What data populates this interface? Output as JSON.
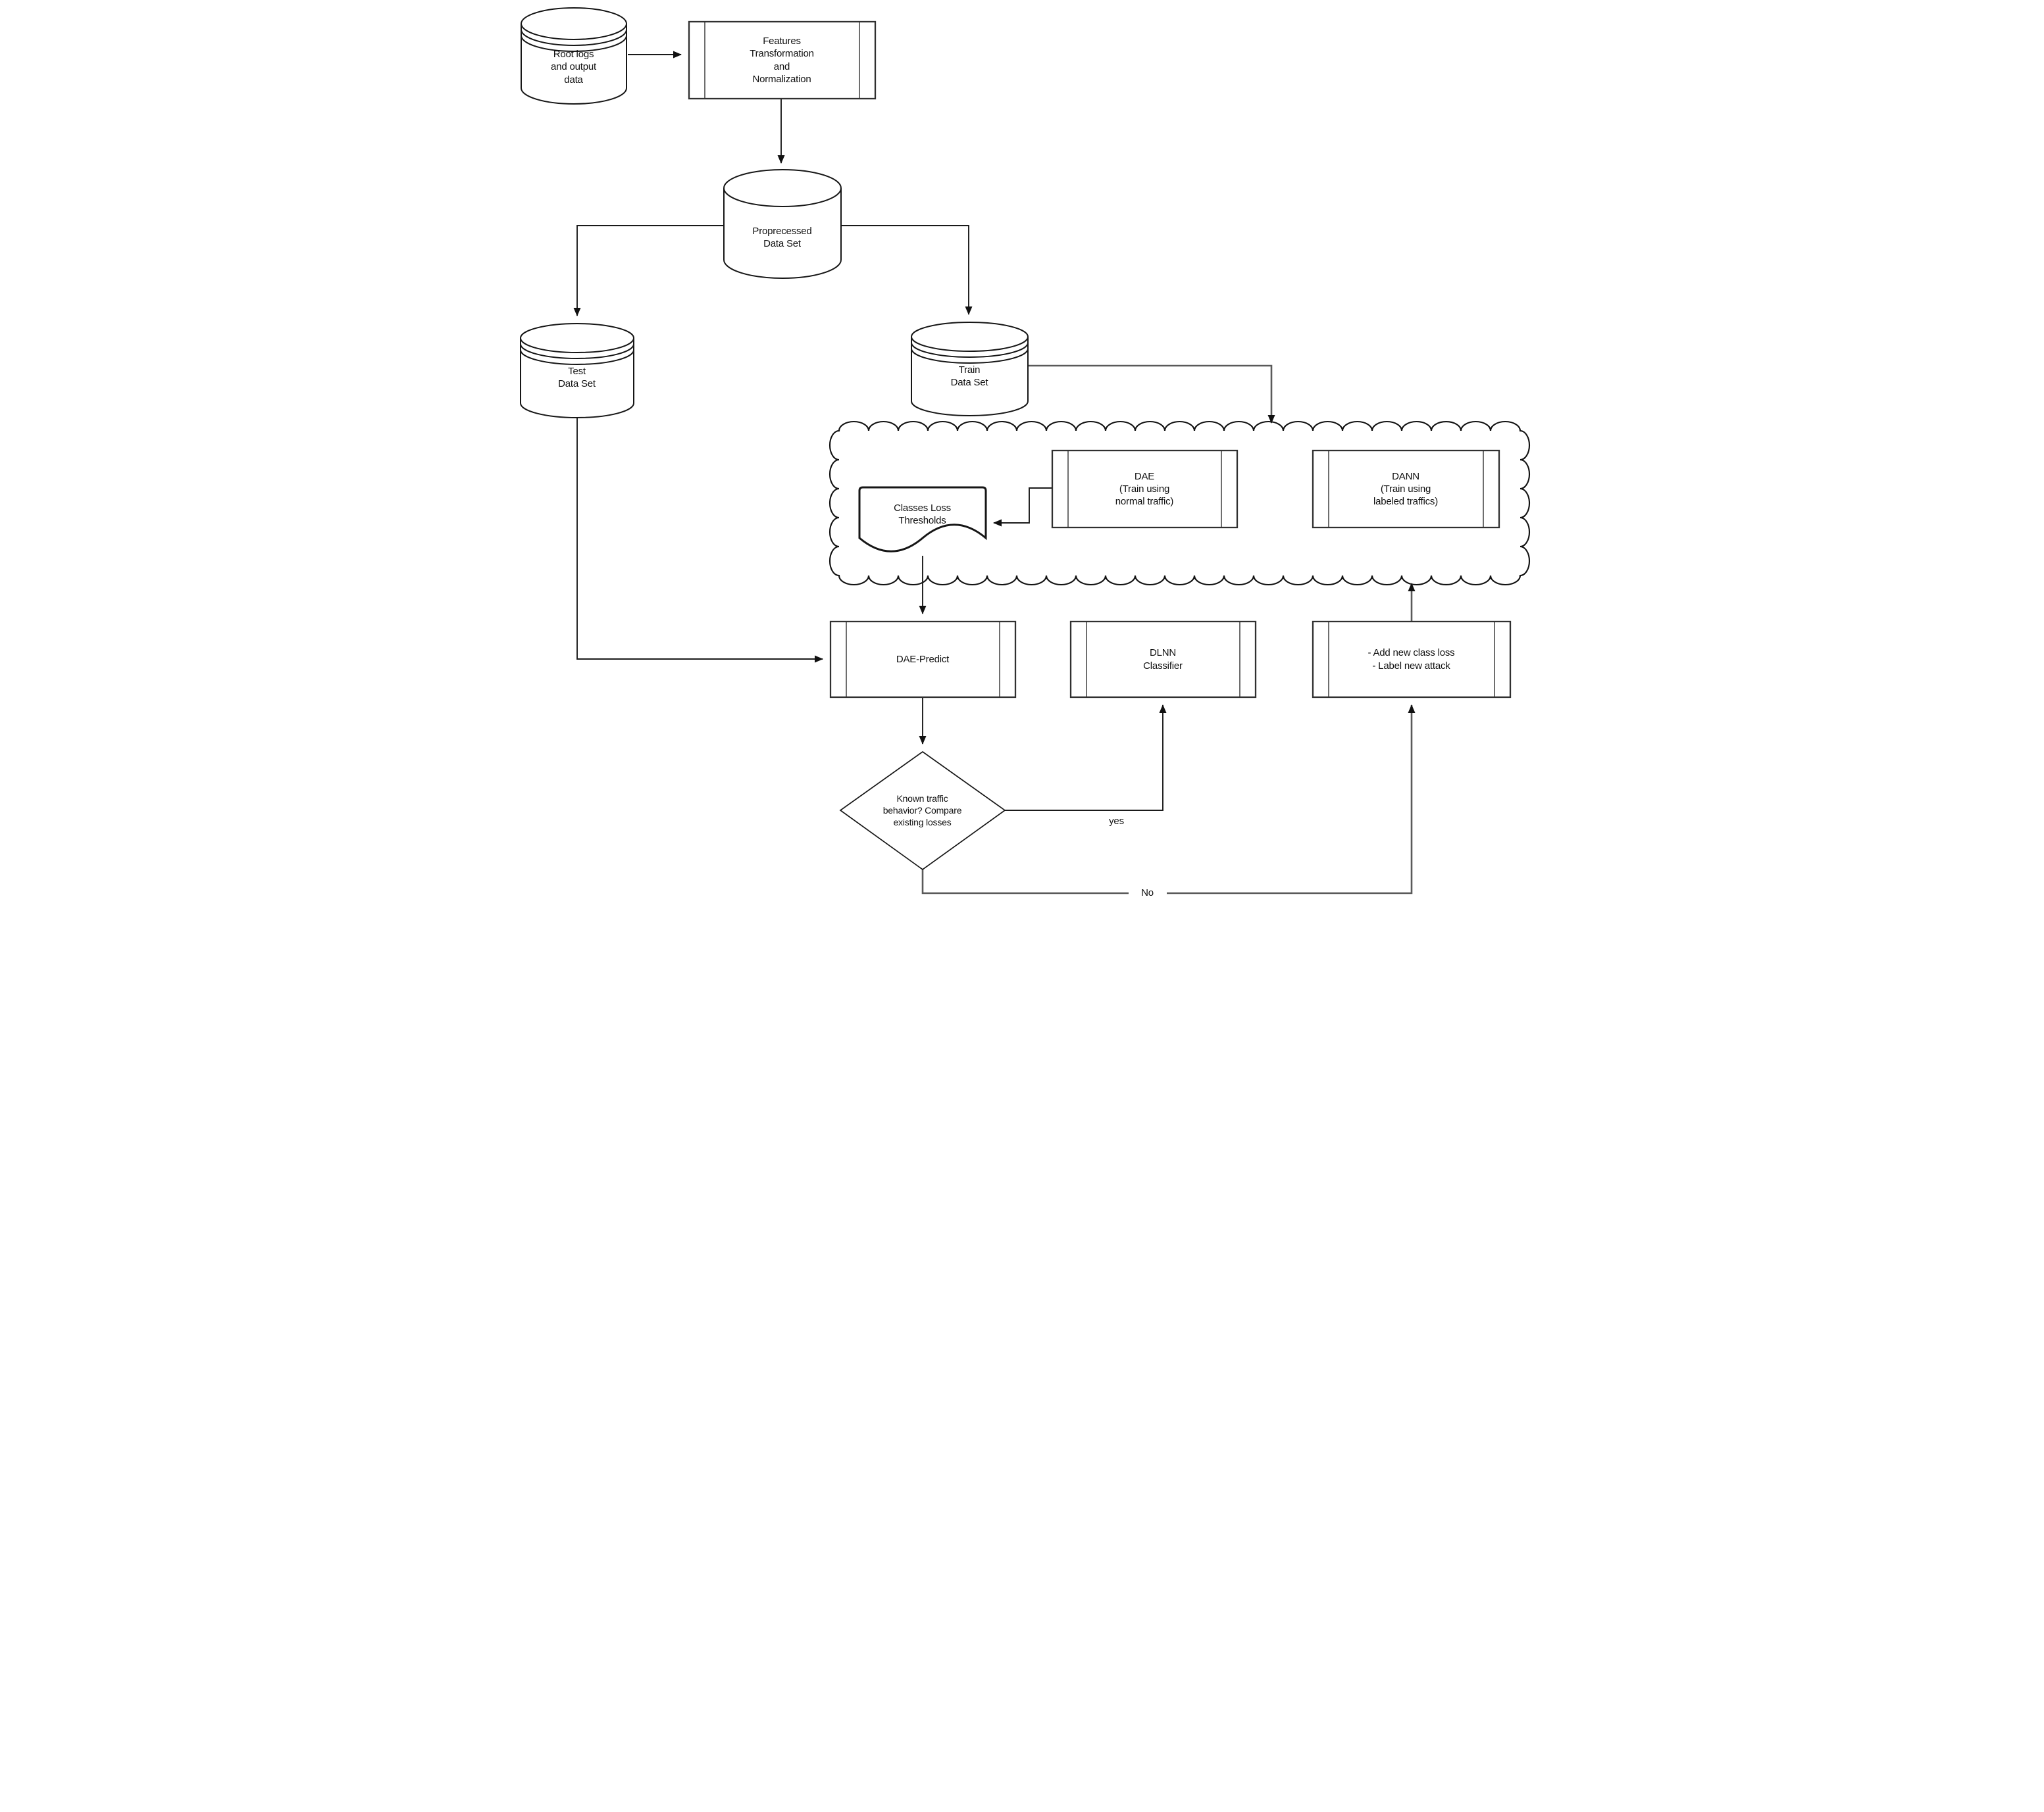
{
  "diagram": {
    "kind": "flowchart",
    "background": "#ffffff",
    "stroke_color": "#1a1a1a",
    "gray_line_color": "#5a5a5a",
    "text_color": "#101010",
    "nodes": {
      "root_logs": {
        "type": "database-cylinder",
        "label": "Root logs\nand output\ndata"
      },
      "features": {
        "type": "predefined-process",
        "label": "Features\nTransformation\nand\nNormalization"
      },
      "preprocessed": {
        "type": "cylinder",
        "label": "Proprecessed\nData Set"
      },
      "test_set": {
        "type": "database-cylinder",
        "label": "Test\nData Set"
      },
      "train_set": {
        "type": "database-cylinder",
        "label": "Train\nData Set"
      },
      "dae": {
        "type": "predefined-process",
        "label": "DAE\n(Train using\nnormal traffic)"
      },
      "classes_loss": {
        "type": "document",
        "label": "Classes Loss\nThresholds"
      },
      "dann": {
        "type": "predefined-process",
        "label": "DANN\n(Train using\nlabeled traffics)"
      },
      "dae_predict": {
        "type": "predefined-process",
        "label": "DAE-Predict"
      },
      "dlnn": {
        "type": "predefined-process",
        "label": "DLNN\nClassifier"
      },
      "add_new": {
        "type": "predefined-process",
        "label": "- Add new class loss\n- Label new attack"
      },
      "decision": {
        "type": "decision-diamond",
        "label": "Known traffic\nbehavior? Compare\nexisting losses"
      },
      "training_region": {
        "type": "cloud-container",
        "label": ""
      }
    },
    "edge_labels": {
      "yes": "yes",
      "no": "No"
    }
  }
}
